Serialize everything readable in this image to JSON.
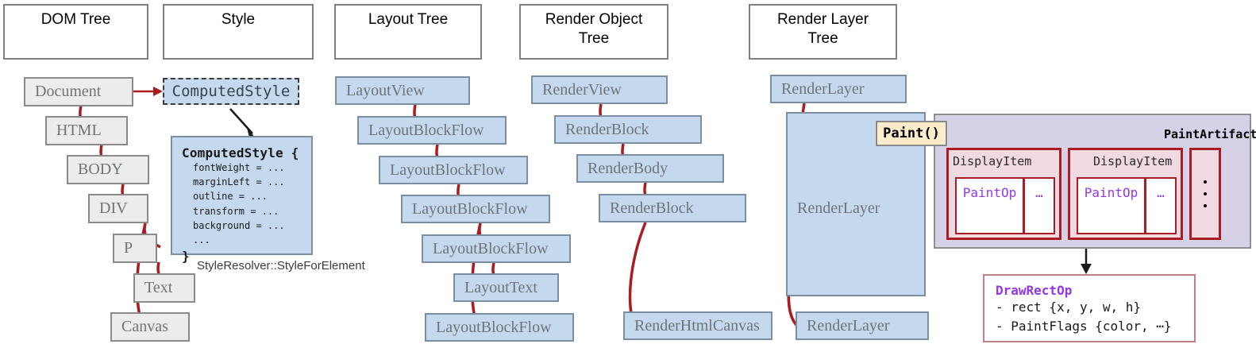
{
  "columns": [
    {
      "title": "DOM Tree"
    },
    {
      "title": "Style"
    },
    {
      "title": "Layout Tree"
    },
    {
      "title": "Render Object\nTree"
    },
    {
      "title": "Render Layer\nTree"
    }
  ],
  "dom_tree": {
    "nodes": [
      {
        "label": "Document"
      },
      {
        "label": "HTML"
      },
      {
        "label": "BODY"
      },
      {
        "label": "DIV"
      },
      {
        "label": "P"
      },
      {
        "label": "Text"
      },
      {
        "label": "Canvas"
      }
    ]
  },
  "style": {
    "chip_label": "ComputedStyle",
    "block": {
      "header": "ComputedStyle {",
      "properties": [
        "fontWeight = ...",
        "marginLeft = ...",
        "outline = ...",
        "transform = ...",
        "background = ...",
        "..."
      ],
      "closing": "}"
    },
    "caption": "StyleResolver::StyleForElement"
  },
  "layout_tree": {
    "nodes": [
      {
        "label": "LayoutView"
      },
      {
        "label": "LayoutBlockFlow"
      },
      {
        "label": "LayoutBlockFlow"
      },
      {
        "label": "LayoutBlockFlow"
      },
      {
        "label": "LayoutBlockFlow"
      },
      {
        "label": "LayoutText"
      },
      {
        "label": "LayoutBlockFlow"
      }
    ]
  },
  "render_object_tree": {
    "nodes": [
      {
        "label": "RenderView"
      },
      {
        "label": "RenderBlock"
      },
      {
        "label": "RenderBody"
      },
      {
        "label": "RenderBlock"
      },
      {
        "label": "RenderHtmlCanvas"
      }
    ]
  },
  "render_layer_tree": {
    "nodes": [
      {
        "label": "RenderLayer"
      },
      {
        "label": "RenderLayer"
      },
      {
        "label": "RenderLayer"
      }
    ]
  },
  "paint": {
    "paint_label": "Paint()",
    "artifact_title": "PaintArtifact",
    "display_items": [
      {
        "label": "DisplayItem",
        "op": "PaintOp",
        "more": "…"
      },
      {
        "label": "DisplayItem",
        "op": "PaintOp",
        "more": "…"
      }
    ],
    "ellipsis_dots": 3,
    "draw_op": {
      "title": "DrawRectOp",
      "lines": [
        "- rect {x, y, w, h}",
        "- PaintFlags {color, ⋯}"
      ]
    }
  },
  "colors": {
    "node_blue": "#c5d9ee",
    "node_gray": "#ececec",
    "artifact_purple": "#d7d1e7",
    "display_item_pink": "#f0d9e0",
    "paint_label_cream": "#fbeccb",
    "edge_red": "#a81c22",
    "op_text_purple": "#9436e8"
  }
}
